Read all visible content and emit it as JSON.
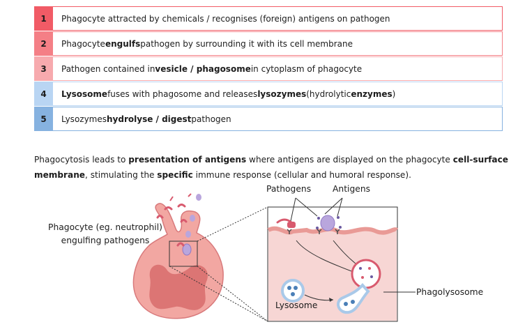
{
  "steps": [
    {
      "num": "1",
      "parts": [
        {
          "t": "Phagocyte attracted by chemicals / recognises (foreign) antigens on pathogen",
          "b": false
        }
      ],
      "num_bg": "#f15b66",
      "border": "#f15b66"
    },
    {
      "num": "2",
      "parts": [
        {
          "t": "Phagocyte ",
          "b": false
        },
        {
          "t": "engulfs",
          "b": true
        },
        {
          "t": " pathogen by surrounding it with its cell membrane",
          "b": false
        }
      ],
      "num_bg": "#f47f86",
      "border": "#f47f86"
    },
    {
      "num": "3",
      "parts": [
        {
          "t": "Pathogen contained in ",
          "b": false
        },
        {
          "t": "vesicle / phagosome",
          "b": true
        },
        {
          "t": " in cytoplasm of phagocyte",
          "b": false
        }
      ],
      "num_bg": "#f7aaae",
      "border": "#f7aaae"
    },
    {
      "num": "4",
      "parts": [
        {
          "t": "Lysosome",
          "b": true
        },
        {
          "t": " fuses with phagosome and releases ",
          "b": false
        },
        {
          "t": "lysozymes",
          "b": true
        },
        {
          "t": " (hydrolytic ",
          "b": false
        },
        {
          "t": "enzymes",
          "b": true
        },
        {
          "t": ")",
          "b": false
        }
      ],
      "num_bg": "#b9d5f3",
      "border": "#b9d5f3"
    },
    {
      "num": "5",
      "parts": [
        {
          "t": "Lysozymes ",
          "b": false
        },
        {
          "t": "hydrolyse / digest",
          "b": true
        },
        {
          "t": " pathogen",
          "b": false
        }
      ],
      "num_bg": "#86b2e0",
      "border": "#86b2e0"
    }
  ],
  "paragraph": [
    {
      "t": "Phagocytosis leads to ",
      "b": false
    },
    {
      "t": "presentation of antigens",
      "b": true
    },
    {
      "t": " where antigens are displayed on the phagocyte ",
      "b": false
    },
    {
      "t": "cell-surface membrane",
      "b": true
    },
    {
      "t": ", stimulating the ",
      "b": false
    },
    {
      "t": "specific",
      "b": true
    },
    {
      "t": " immune response (cellular and humoral response).",
      "b": false
    }
  ],
  "figure": {
    "phagocyte_label_line1": "Phagocyte (eg. neutrophil)",
    "phagocyte_label_line2": "engulfing pathogens",
    "pathogens_label": "Pathogens",
    "antigens_label": "Antigens",
    "lysosome_label": "Lysosome",
    "phagolysosome_label": "Phagolysosome"
  },
  "colors": {
    "cell_fill": "#f2a7a2",
    "cell_stroke": "#d8797b",
    "nucleus": "#d9706f",
    "membrane": "#e99a96",
    "zoom_bg": "#f7d6d4",
    "pathogen": "#d85a6e",
    "antigen": "#b9a6dd",
    "lysosome": "#a9c9e9"
  }
}
